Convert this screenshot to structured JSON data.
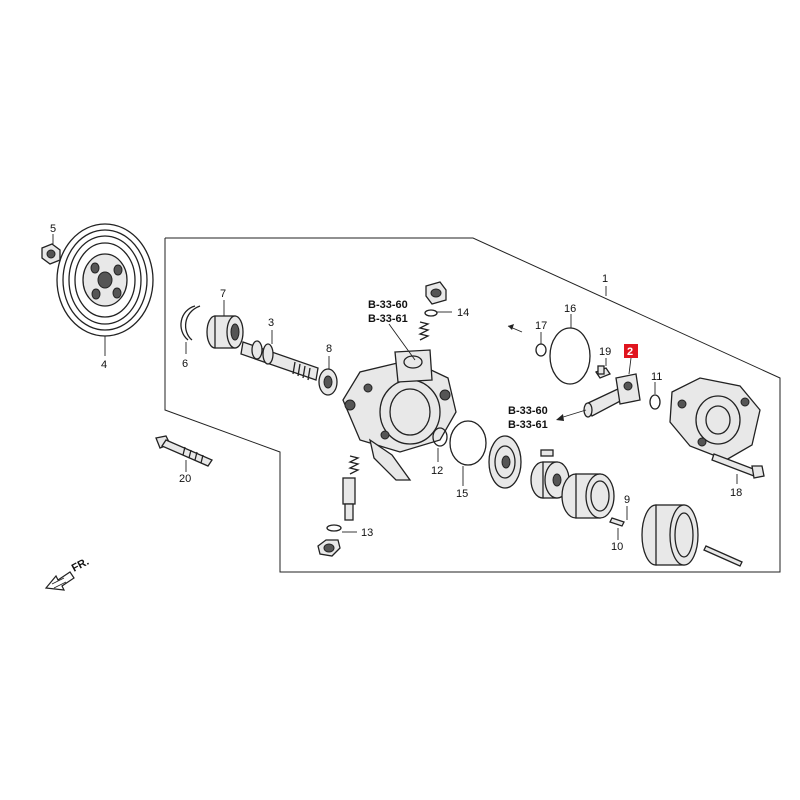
{
  "part_numbers": {
    "p1": "1",
    "p2": "2",
    "p3": "3",
    "p4": "4",
    "p5": "5",
    "p6": "6",
    "p7": "7",
    "p8": "8",
    "p9": "9",
    "p10": "10",
    "p11": "11",
    "p12": "12",
    "p13": "13",
    "p14": "14",
    "p15": "15",
    "p16": "16",
    "p17": "17",
    "p18": "18",
    "p19": "19",
    "p20": "20"
  },
  "references": {
    "top_a": "B-33-60",
    "top_b": "B-33-61",
    "right_a": "B-33-60",
    "right_b": "B-33-61"
  },
  "direction_label": "FR.",
  "highlight_color": "#e0141e"
}
